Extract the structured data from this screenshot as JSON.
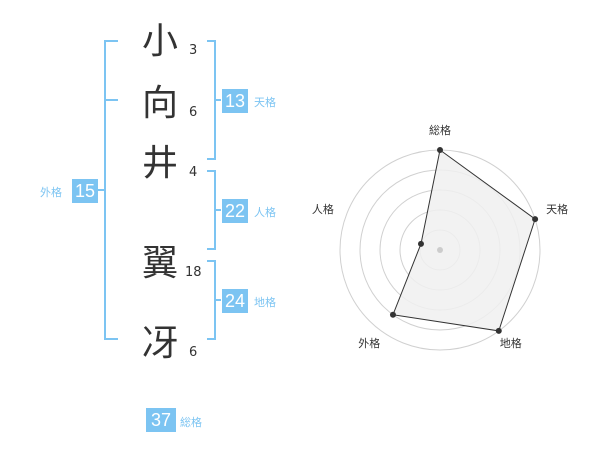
{
  "name": {
    "characters": [
      {
        "char": "小",
        "strokes": "3"
      },
      {
        "char": "向",
        "strokes": "6"
      },
      {
        "char": "井",
        "strokes": "4"
      },
      {
        "char": "翼",
        "strokes": "18"
      },
      {
        "char": "冴",
        "strokes": "6"
      }
    ]
  },
  "kakusu": {
    "tenkaku": {
      "value": "13",
      "label": "天格"
    },
    "jinkaku": {
      "value": "22",
      "label": "人格"
    },
    "chikaku": {
      "value": "24",
      "label": "地格"
    },
    "gaikaku": {
      "value": "15",
      "label": "外格"
    },
    "soukaku": {
      "value": "37",
      "label": "総格"
    }
  },
  "colors": {
    "accent": "#7cc4f2",
    "text": "#333333",
    "fill": "#f0f0f0",
    "ring": "#d0d0d0"
  },
  "chart_data": {
    "type": "radar",
    "axes": [
      "総格",
      "天格",
      "地格",
      "外格",
      "人格"
    ],
    "values": [
      5,
      5,
      5,
      4,
      1
    ],
    "max": 5,
    "rings": 5
  }
}
